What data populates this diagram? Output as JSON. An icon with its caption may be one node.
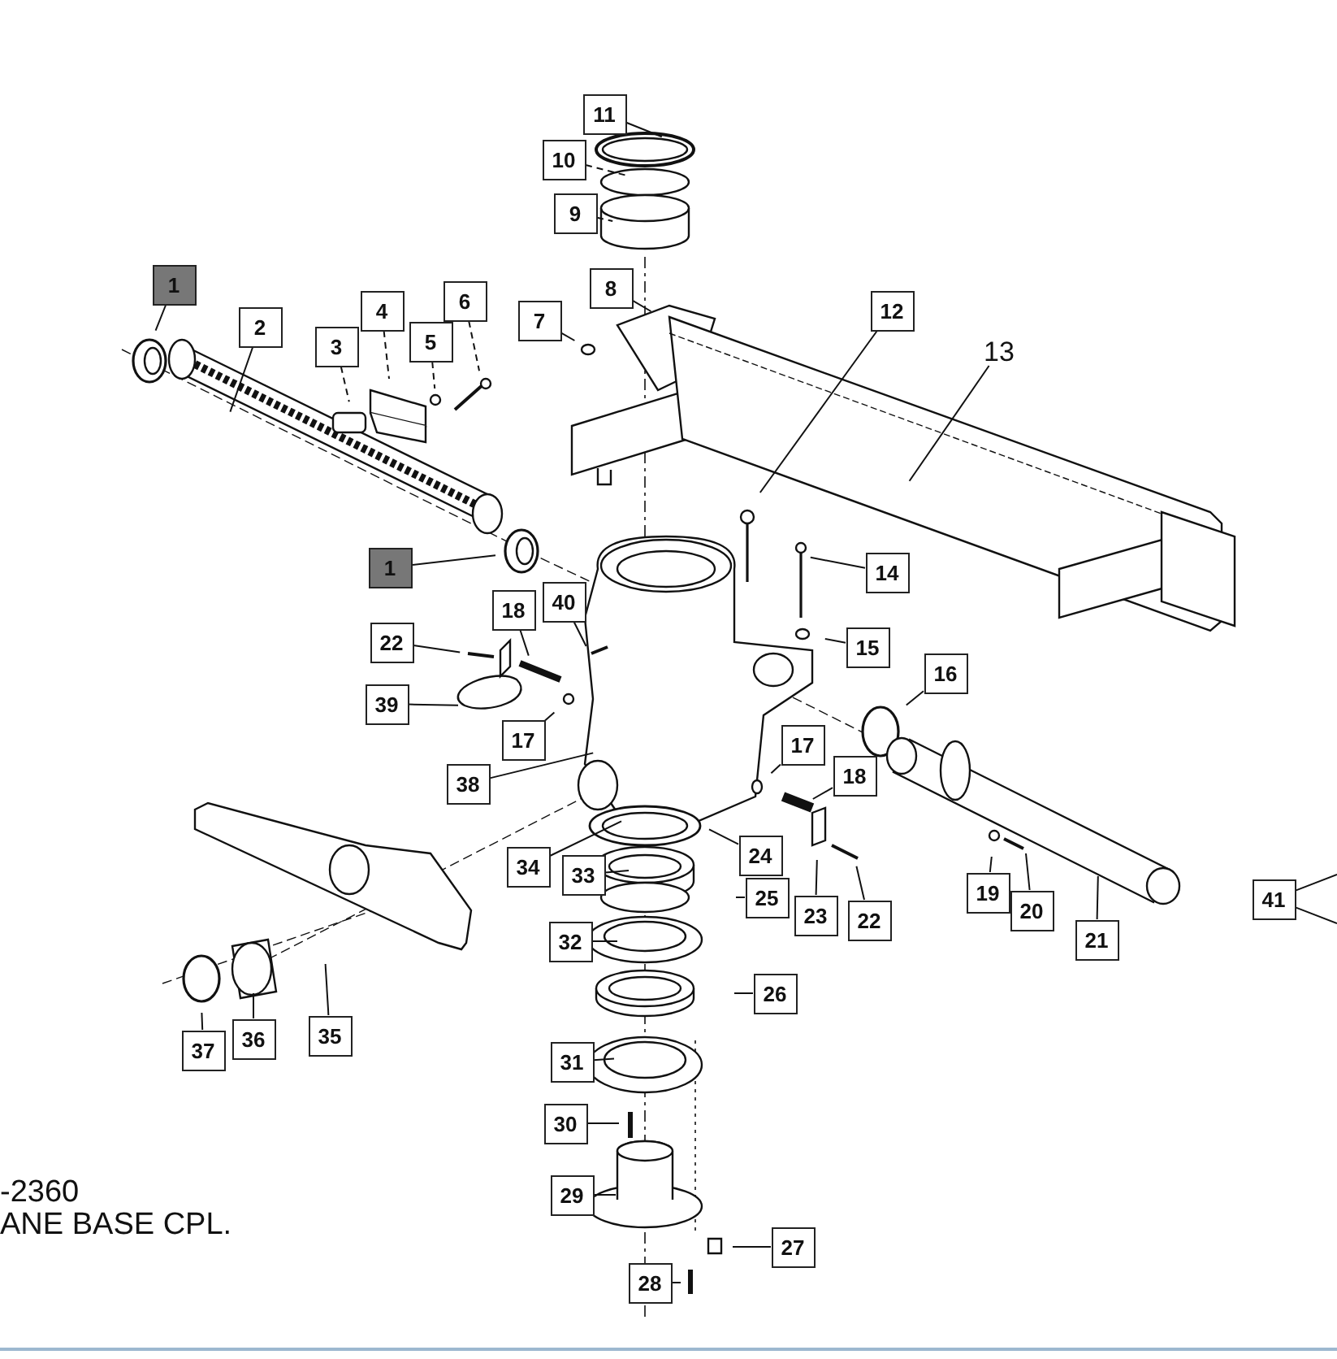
{
  "diagram": {
    "nodes": [
      {
        "text": [
          "1"
        ]
      },
      {
        "text": [
          "2"
        ]
      },
      {
        "text": [
          "3"
        ]
      },
      {
        "text": [
          "4"
        ]
      },
      {
        "text": [
          "5"
        ]
      },
      {
        "text": [
          "6"
        ]
      },
      {
        "text": [
          "7"
        ]
      },
      {
        "text": [
          "8"
        ]
      },
      {
        "text": [
          "9"
        ]
      },
      {
        "text": [
          "10"
        ]
      },
      {
        "text": [
          "11"
        ]
      },
      {
        "text": [
          "12"
        ]
      },
      {
        "text": [
          "13"
        ]
      },
      {
        "text": [
          "1"
        ]
      },
      {
        "text": [
          "14"
        ]
      },
      {
        "text": [
          "15"
        ]
      },
      {
        "text": [
          "16"
        ]
      },
      {
        "text": [
          "18"
        ]
      },
      {
        "text": [
          "40"
        ]
      },
      {
        "text": [
          "22"
        ]
      },
      {
        "text": [
          "39"
        ]
      },
      {
        "text": [
          "17"
        ]
      },
      {
        "text": [
          "38"
        ]
      },
      {
        "text": [
          "17"
        ]
      },
      {
        "text": [
          "18"
        ]
      },
      {
        "text": [
          "34"
        ]
      },
      {
        "text": [
          "24"
        ]
      },
      {
        "text": [
          "33"
        ]
      },
      {
        "text": [
          "25"
        ]
      },
      {
        "text": [
          "23"
        ]
      },
      {
        "text": [
          "22"
        ]
      },
      {
        "text": [
          "19"
        ]
      },
      {
        "text": [
          "20"
        ]
      },
      {
        "text": [
          "21"
        ]
      },
      {
        "text": [
          "41"
        ]
      },
      {
        "text": [
          "32"
        ]
      },
      {
        "text": [
          "26"
        ]
      },
      {
        "text": [
          "31"
        ]
      },
      {
        "text": [
          "30"
        ]
      },
      {
        "text": [
          "29"
        ]
      },
      {
        "text": [
          "27"
        ]
      },
      {
        "text": [
          "28"
        ]
      },
      {
        "text": [
          "37"
        ]
      },
      {
        "text": [
          "36"
        ]
      },
      {
        "text": [
          "35"
        ]
      }
    ],
    "edges": [
      {
        "from": 0,
        "to": null,
        "arrow": "none"
      },
      {
        "from": 1,
        "to": null,
        "arrow": "none"
      },
      {
        "from": 2,
        "to": null,
        "arrow": "none",
        "style": "dashed"
      },
      {
        "from": 3,
        "to": null,
        "arrow": "none",
        "style": "dashed"
      },
      {
        "from": 4,
        "to": null,
        "arrow": "none",
        "style": "dashed"
      },
      {
        "from": 5,
        "to": null,
        "arrow": "none",
        "style": "dashed"
      },
      {
        "from": 6,
        "to": null,
        "arrow": "none"
      },
      {
        "from": 7,
        "to": null,
        "arrow": "none"
      },
      {
        "from": 8,
        "to": null,
        "arrow": "none",
        "style": "dashed"
      },
      {
        "from": 9,
        "to": null,
        "arrow": "none",
        "style": "dashed"
      },
      {
        "from": 10,
        "to": null,
        "arrow": "none"
      },
      {
        "from": 11,
        "to": null,
        "arrow": "none"
      },
      {
        "from": 12,
        "to": null,
        "arrow": "none"
      },
      {
        "from": 13,
        "to": null,
        "arrow": "none"
      },
      {
        "from": 14,
        "to": null,
        "arrow": "none"
      },
      {
        "from": 15,
        "to": null,
        "arrow": "none"
      },
      {
        "from": 16,
        "to": null,
        "arrow": "none"
      },
      {
        "from": 17,
        "to": null,
        "arrow": "none"
      },
      {
        "from": 18,
        "to": null,
        "arrow": "none"
      },
      {
        "from": 19,
        "to": null,
        "arrow": "none"
      },
      {
        "from": 20,
        "to": null,
        "arrow": "none"
      },
      {
        "from": 21,
        "to": null,
        "arrow": "none"
      },
      {
        "from": 22,
        "to": null,
        "arrow": "none"
      },
      {
        "from": 23,
        "to": null,
        "arrow": "none"
      },
      {
        "from": 24,
        "to": null,
        "arrow": "none"
      },
      {
        "from": 25,
        "to": null,
        "arrow": "none"
      },
      {
        "from": 26,
        "to": null,
        "arrow": "none"
      },
      {
        "from": 27,
        "to": null,
        "arrow": "none"
      },
      {
        "from": 28,
        "to": null,
        "arrow": "none"
      },
      {
        "from": 29,
        "to": null,
        "arrow": "none"
      },
      {
        "from": 30,
        "to": null,
        "arrow": "none"
      },
      {
        "from": 31,
        "to": null,
        "arrow": "none"
      },
      {
        "from": 32,
        "to": null,
        "arrow": "none"
      },
      {
        "from": 33,
        "to": null,
        "arrow": "none"
      },
      {
        "from": 34,
        "to": null,
        "arrow": "none"
      },
      {
        "from": 34,
        "to": null,
        "arrow": "none"
      },
      {
        "from": 35,
        "to": null,
        "arrow": "none"
      },
      {
        "from": 36,
        "to": null,
        "arrow": "none"
      },
      {
        "from": 37,
        "to": null,
        "arrow": "none"
      },
      {
        "from": 38,
        "to": null,
        "arrow": "none"
      },
      {
        "from": 39,
        "to": null,
        "arrow": "none"
      },
      {
        "from": 40,
        "to": null,
        "arrow": "none"
      },
      {
        "from": 41,
        "to": null,
        "arrow": "none"
      },
      {
        "from": 42,
        "to": null,
        "arrow": "none"
      },
      {
        "from": 43,
        "to": null,
        "arrow": "none"
      },
      {
        "from": 44,
        "to": null,
        "arrow": "none"
      }
    ],
    "labels": [
      "-2360",
      "ANE BASE CPL."
    ]
  }
}
